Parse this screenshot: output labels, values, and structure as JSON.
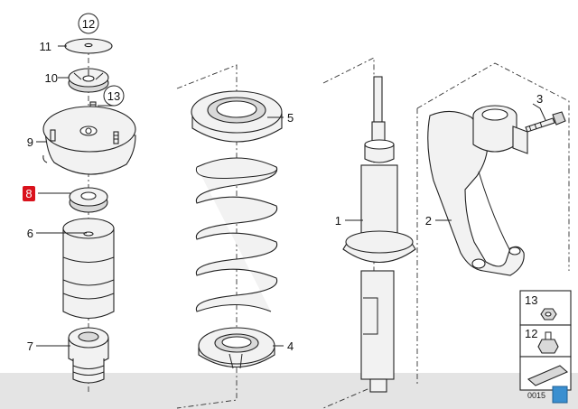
{
  "labels": {
    "p1": "1",
    "p2": "2",
    "p3": "3",
    "p4": "4",
    "p5": "5",
    "p6": "6",
    "p7": "7",
    "p8": "8",
    "p9": "9",
    "p10": "10",
    "p11": "11",
    "p12": "12",
    "p13": "13"
  },
  "legend": {
    "item13": "13",
    "item12": "12"
  },
  "footer": {
    "code": "0015"
  },
  "colors": {
    "highlight": "#d9121c",
    "highlight_text": "#ffffff",
    "band": "#e4e4e4"
  }
}
